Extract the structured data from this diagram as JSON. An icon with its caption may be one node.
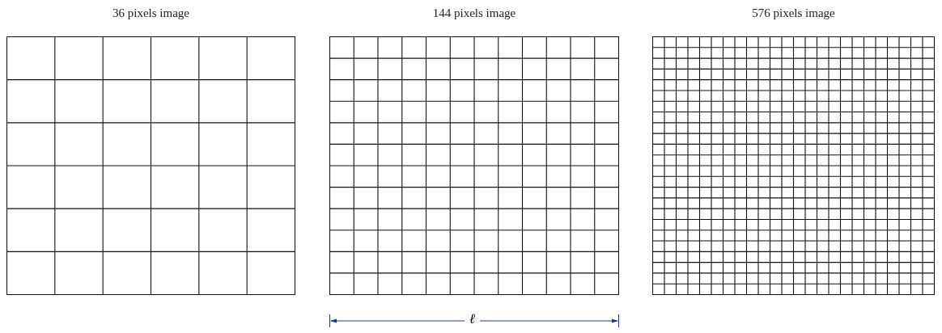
{
  "diagram": {
    "nodes": [
      {
        "text": [
          "36 pixels image"
        ]
      },
      {
        "text": [
          "144 pixels image"
        ]
      },
      {
        "text": [
          "576 pixels image"
        ]
      }
    ],
    "labels": [
      "ℓ"
    ]
  }
}
